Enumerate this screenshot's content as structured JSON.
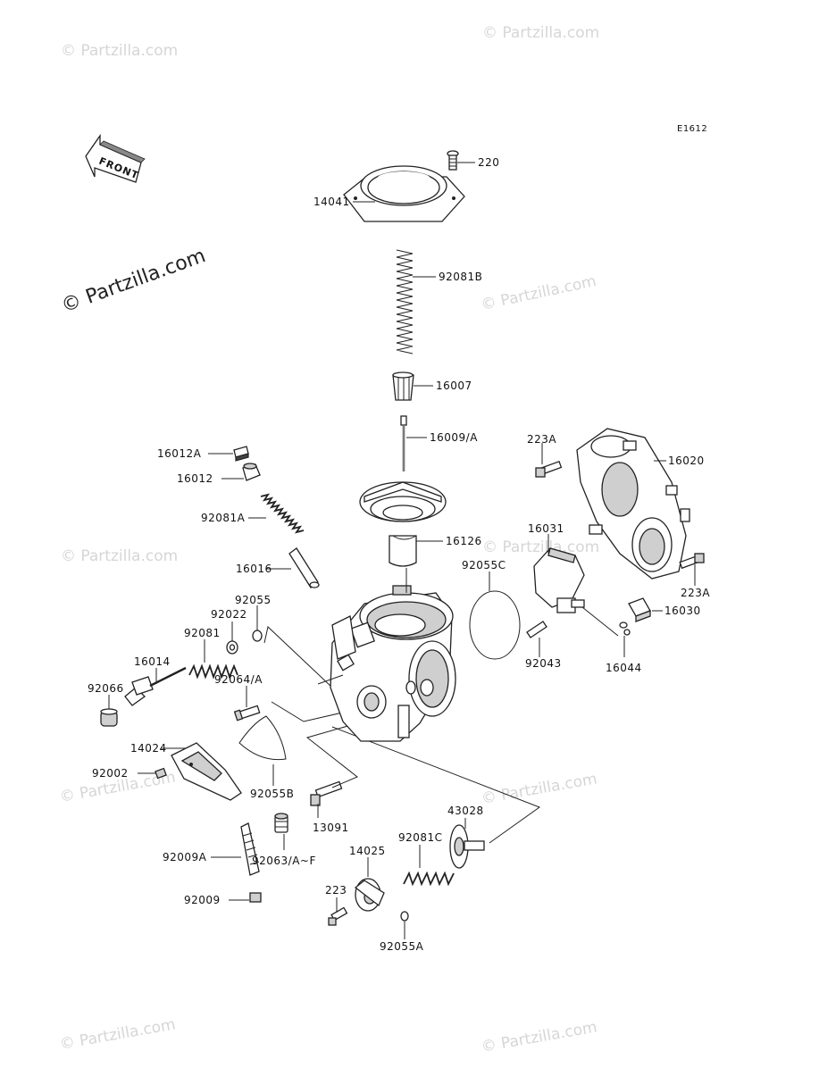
{
  "diagram": {
    "code": "E1612",
    "front_label": "FRONT",
    "watermark": "© Partzilla.com",
    "watermark_faint": "© Partzilla.com",
    "labels": {
      "p220": "220",
      "p14041": "14041",
      "p92081B": "92081B",
      "p16007": "16007",
      "p16009A": "16009/A",
      "p16012A": "16012A",
      "p16012": "16012",
      "p92081A": "92081A",
      "p16126": "16126",
      "p16016": "16016",
      "p92055": "92055",
      "p92022": "92022",
      "p92081": "92081",
      "p16014": "16014",
      "p92066": "92066",
      "p92064A": "92064/A",
      "p14024": "14024",
      "p92002": "92002",
      "p92055B": "92055B",
      "p13091": "13091",
      "p92009A": "92009A",
      "p92063AF": "92063/A~F",
      "p92009": "92009",
      "p223": "223",
      "p14025": "14025",
      "p92081C": "92081C",
      "p43028": "43028",
      "p92055A": "92055A",
      "p223A_top": "223A",
      "p16020": "16020",
      "p16031": "16031",
      "p92055C": "92055C",
      "p223A_right": "223A",
      "p16030": "16030",
      "p92043": "92043",
      "p16044": "16044"
    }
  }
}
